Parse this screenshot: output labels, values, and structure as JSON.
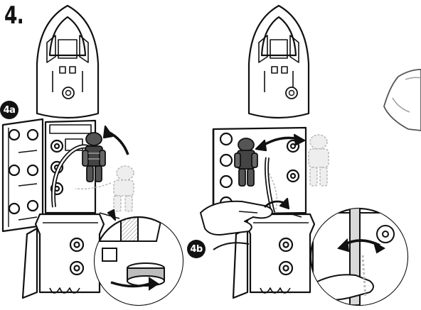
{
  "step": {
    "number": "4."
  },
  "substeps": [
    {
      "label": "4a"
    },
    {
      "label": "4b"
    }
  ],
  "icons": {
    "rotate_arrow": "curved-arrow-icon",
    "swap_arrow": "double-curved-arrow-icon"
  },
  "colors": {
    "ink": "#111111",
    "ghost": "#c7c7c7",
    "shade": "#bdbdbd"
  }
}
